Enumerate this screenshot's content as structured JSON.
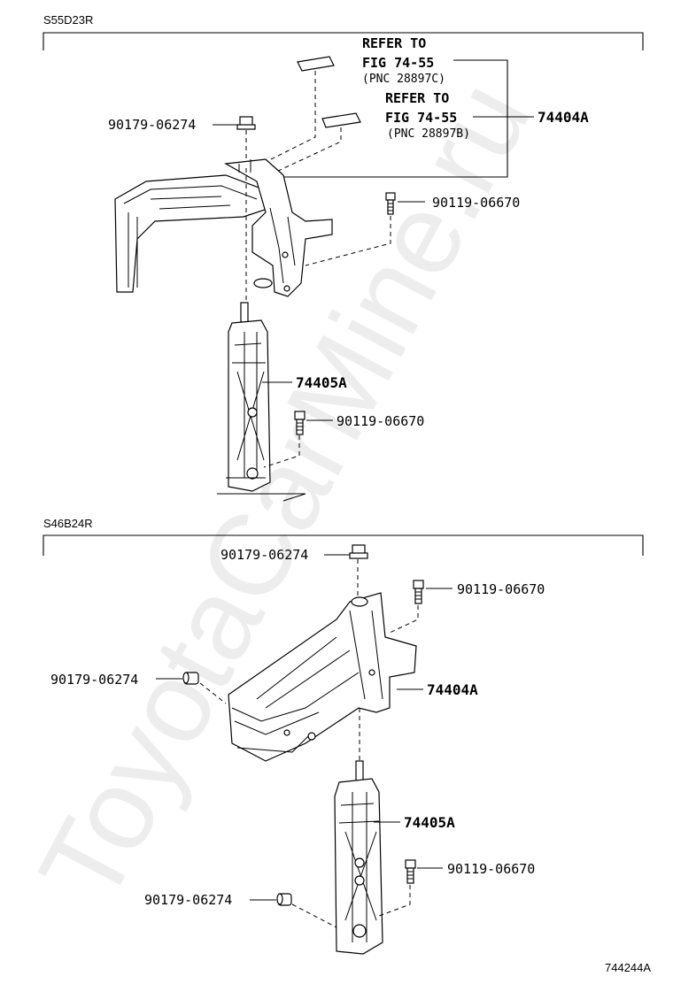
{
  "sections": {
    "top": {
      "code": "S55D23R"
    },
    "bottom": {
      "code": "S46B24R"
    }
  },
  "labels": {
    "top": {
      "refer1_line1": "REFER TO",
      "refer1_line2": "FIG 74-55",
      "refer1_line3": "(PNC 28897C)",
      "refer2_line1": "REFER TO",
      "refer2_line2": "FIG 74-55",
      "refer2_line3": "(PNC 28897B)",
      "nut": "90179-06274",
      "bolt_right": "90119-06670",
      "holder": "74404A",
      "clamp": "74405A",
      "bolt_lower": "90119-06670"
    },
    "bottom": {
      "nut_top": "90179-06274",
      "bolt_top": "90119-06670",
      "nut_left": "90179-06274",
      "holder": "74404A",
      "clamp": "74405A",
      "bolt_lower": "90119-06670",
      "nut_lower": "90179-06274"
    }
  },
  "figure_id": "744244A",
  "watermark": "ToyotaCarMine.ru"
}
